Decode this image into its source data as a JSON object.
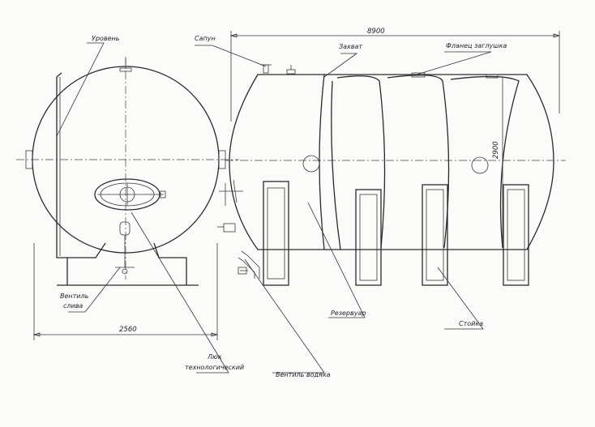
{
  "labels": {
    "level": "Уровень",
    "breather": "Сапун",
    "grip": "Захват",
    "blind_flange": "Фланец заглушка",
    "drain_valve_1": "Вентиль",
    "drain_valve_2": "слива",
    "manhole_1": "Люк",
    "manhole_2": "технологический",
    "fill_valve": "Вентиль водяка",
    "reservoir": "Резервуар",
    "support": "Стойка"
  },
  "dimensions": {
    "width": "2560",
    "length": "8900",
    "height": "2900"
  }
}
